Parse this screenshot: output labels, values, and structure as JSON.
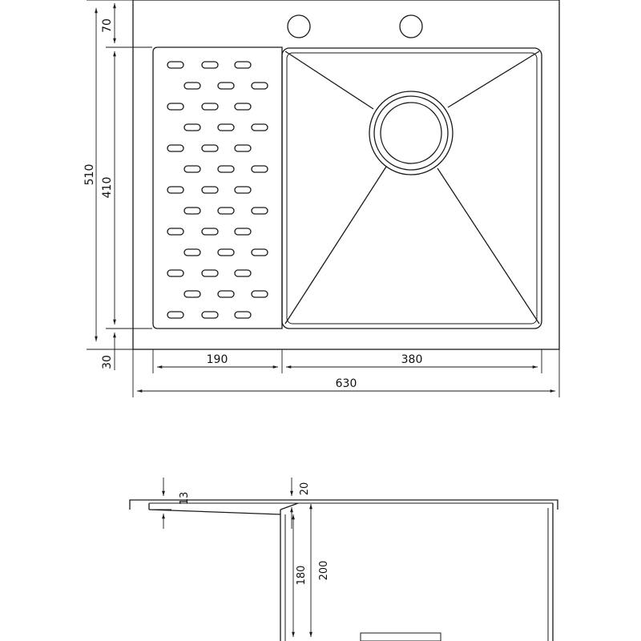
{
  "top_view": {
    "dimensions": {
      "overall_depth": "510",
      "tap_zone_depth": "70",
      "bowl_depth": "410",
      "front_margin": "30",
      "drainboard_width": "190",
      "bowl_width": "380",
      "overall_width": "630"
    },
    "drainboard_slot_rows": 13
  },
  "section_view": {
    "dimensions": {
      "flange_thickness": "13",
      "rim_offset": "20",
      "inner_depth": "180",
      "overall_depth": "200"
    }
  }
}
